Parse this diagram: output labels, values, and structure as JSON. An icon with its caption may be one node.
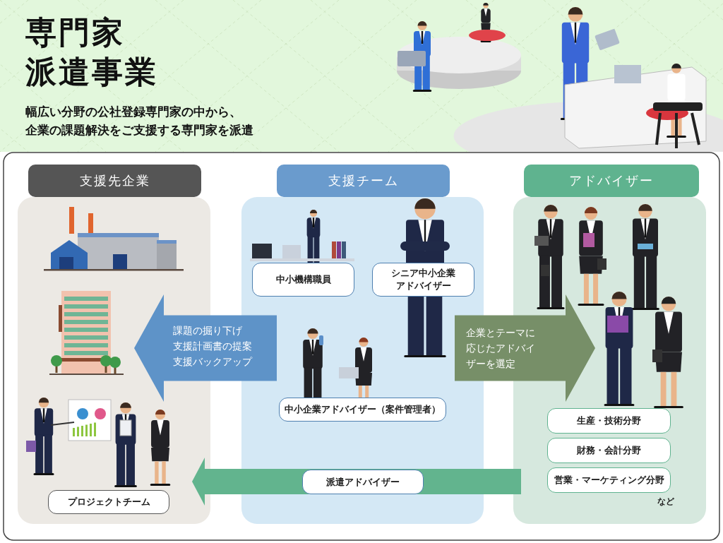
{
  "diagram": {
    "title": "専門家派遣事業",
    "nodes": [
      {
        "text": [
          "支援先企業"
        ]
      },
      {
        "text": [
          "プロジェクトチーム"
        ],
        "in": 0
      },
      {
        "text": [
          "支援チーム"
        ]
      },
      {
        "text": [
          "中小機構職員"
        ],
        "in": 2
      },
      {
        "text": [
          "シニア中小企業アドバイザー"
        ],
        "in": 2
      },
      {
        "text": [
          "中小企業アドバイザー（案件管理者）"
        ],
        "in": 2
      },
      {
        "text": [
          "派遣アドバイザー"
        ],
        "in": 2
      },
      {
        "text": [
          "アドバイザー"
        ]
      },
      {
        "text": [
          "生産・技術分野"
        ],
        "in": 7
      },
      {
        "text": [
          "財務・会計分野"
        ],
        "in": 7
      },
      {
        "text": [
          "営業・マーケティング分野"
        ],
        "in": 7,
        "beside": [
          "など"
        ]
      }
    ],
    "edges": [
      {
        "from": 2,
        "to": 0,
        "arrow": "to",
        "style": "thick",
        "color": "#5e93c8"
      },
      {
        "from": 2,
        "to": 7,
        "arrow": "to",
        "label": "企業とテーマに応じたアドバイザーを選定",
        "style": "thick",
        "color": "#778f68"
      },
      {
        "from": 7,
        "to": 0,
        "arrow": "to",
        "style": "thick",
        "color": "#62b48e"
      }
    ],
    "labels": [
      "幅広い分野の公社登録専門家の中から、企業の課題解決をご支援する専門家を派遣",
      "課題の掘り下げ",
      "支援計画書の提案",
      "支援バックアップ"
    ]
  }
}
